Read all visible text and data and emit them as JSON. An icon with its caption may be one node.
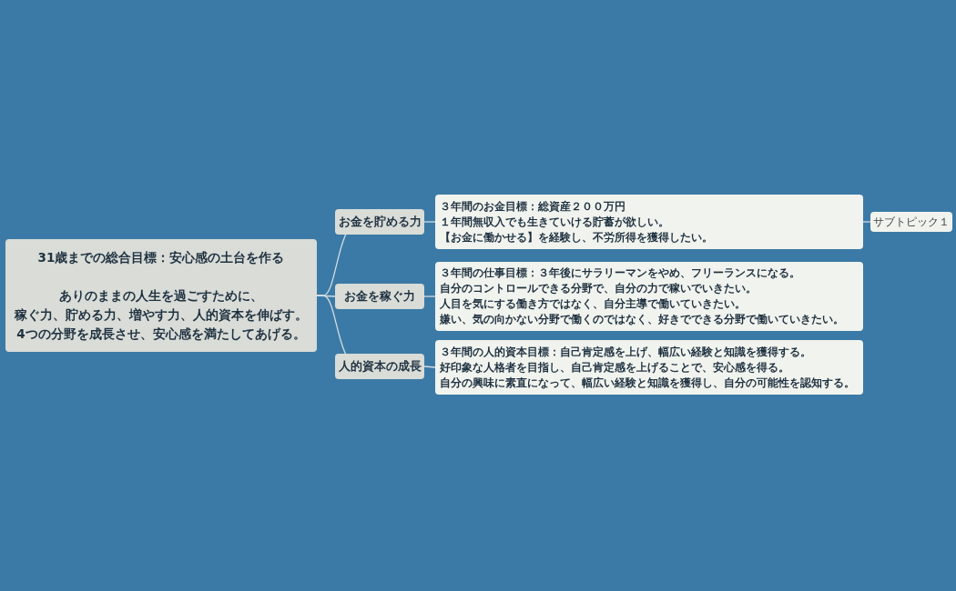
{
  "diagram": {
    "nodes": [
      {
        "text": [
          "31歳までの総合目標：安心感の土台を作る",
          "ありのままの人生を過ごすために、",
          "稼ぐ力、貯める力、増やす力、人的資本を伸ばす。",
          "4つの分野を成長させ、安心感を満たしてあげる。"
        ]
      },
      {
        "text": [
          "お金を貯める力"
        ]
      },
      {
        "text": [
          "３年間のお金目標：総資産２００万円",
          "１年間無収入でも生きていける貯蓄が欲しい。",
          "【お金に働かせる】を経験し、不労所得を獲得したい。"
        ]
      },
      {
        "text": [
          "サブトピック１"
        ]
      },
      {
        "text": [
          "お金を稼ぐ力"
        ]
      },
      {
        "text": [
          "３年間の仕事目標：３年後にサラリーマンをやめ、フリーランスになる。",
          "自分のコントロールできる分野で、自分の力で稼いでいきたい。",
          "人目を気にする働き方ではなく、自分主導で働いていきたい。",
          "嫌い、気の向かない分野で働くのではなく、好きでできる分野で働いていきたい。"
        ]
      },
      {
        "text": [
          "人的資本の成長"
        ]
      },
      {
        "text": [
          "３年間の人的資本目標：自己肯定感を上げ、幅広い経験と知識を獲得する。",
          "好印象な人格者を目指し、自己肯定感を上げることで、安心感を得る。",
          "自分の興味に素直になって、幅広い経験と知識を獲得し、自分の可能性を認知する。"
        ]
      }
    ],
    "edges": [
      {
        "from": 0,
        "to": 1,
        "arrow": "none"
      },
      {
        "from": 1,
        "to": 2,
        "arrow": "none"
      },
      {
        "from": 2,
        "to": 3,
        "arrow": "none"
      },
      {
        "from": 0,
        "to": 4,
        "arrow": "none"
      },
      {
        "from": 4,
        "to": 5,
        "arrow": "none"
      },
      {
        "from": 0,
        "to": 6,
        "arrow": "none"
      },
      {
        "from": 6,
        "to": 7,
        "arrow": "none"
      }
    ]
  }
}
